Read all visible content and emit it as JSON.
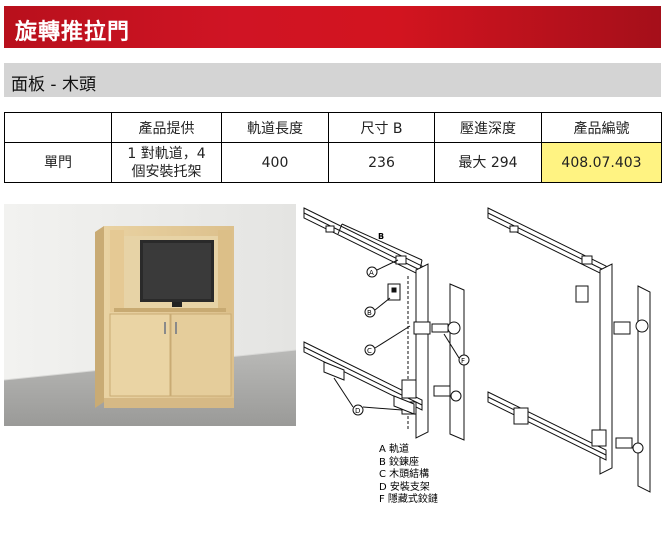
{
  "header": {
    "title": "旋轉推拉門"
  },
  "section": {
    "title": "面板 - 木頭"
  },
  "table": {
    "columns": [
      "",
      "產品提供",
      "軌道長度",
      "尺寸 B",
      "壓進深度",
      "產品編號"
    ],
    "rows": [
      {
        "type": "單門",
        "supply_line1": "1 對軌道，4",
        "supply_line2": "個安裝托架",
        "rail_length": "400",
        "size_b": "236",
        "depth": "最大 294",
        "product_no": "408.07.403"
      }
    ]
  },
  "diagram": {
    "dimension_label": "B",
    "callouts": [
      "A",
      "B",
      "C",
      "D",
      "F"
    ]
  },
  "legend": [
    "A 軌道",
    "B 鉸鍊座",
    "C 木頭結構",
    "D 安裝支架",
    "F 隱藏式鉸鏈"
  ],
  "colors": {
    "title_red": "#c8111e",
    "highlight_yellow": "#fff382",
    "subheader_gray": "#d4d4d4"
  }
}
